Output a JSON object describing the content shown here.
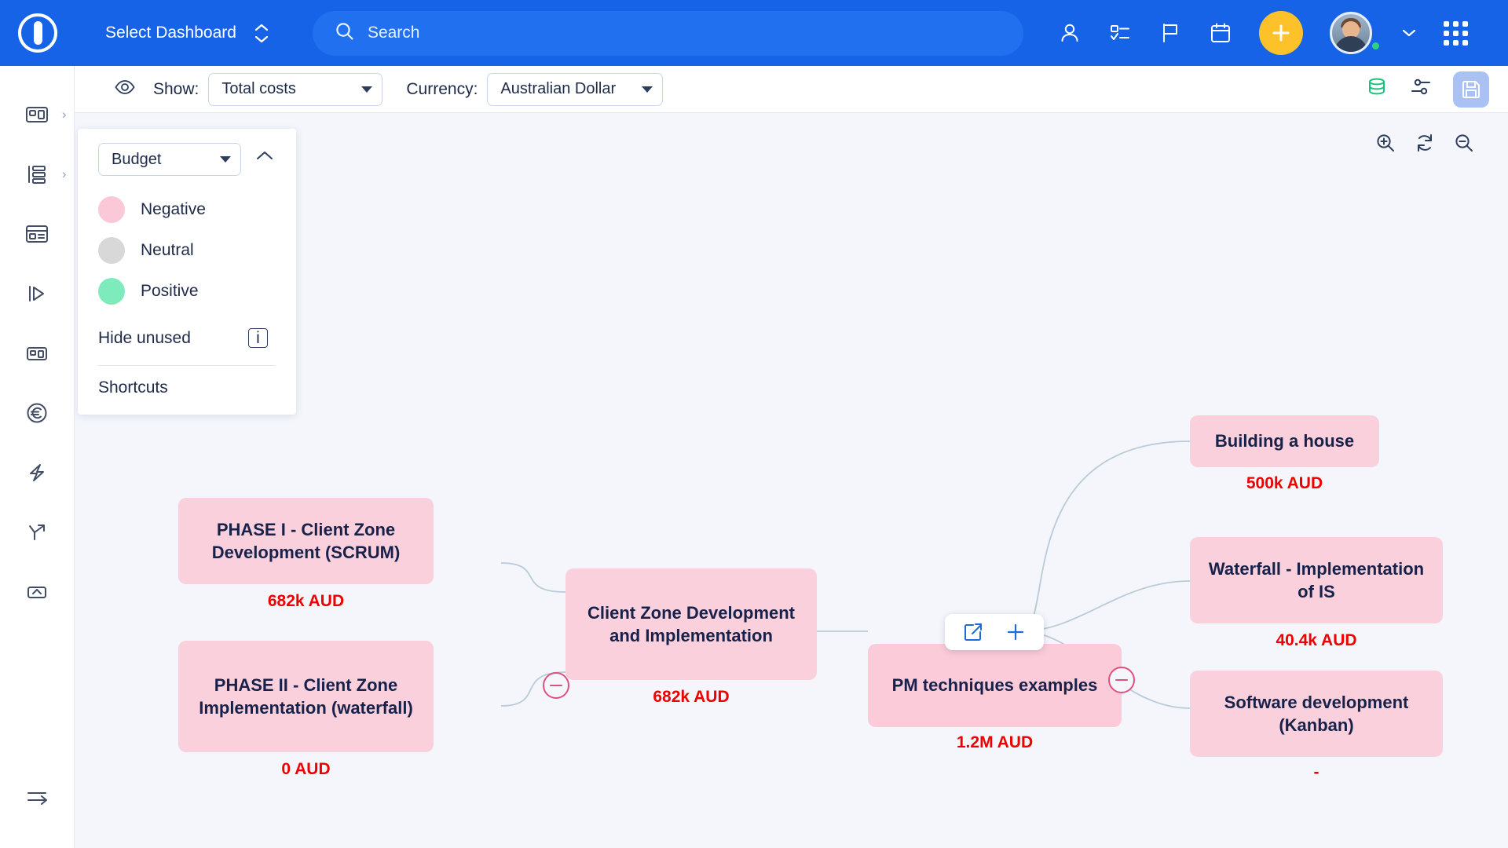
{
  "topbar": {
    "logo_name": "app-logo",
    "dashboard_selector": "Select Dashboard",
    "search_placeholder": "Search",
    "icons": [
      "user-icon",
      "task-list-icon",
      "flag-icon",
      "calendar-icon"
    ],
    "add_label": "+",
    "accent_color": "#1663e8",
    "add_button_color": "#fdc129"
  },
  "rail": {
    "items": [
      {
        "name": "dashboard-icon",
        "expandable": true
      },
      {
        "name": "structure-icon",
        "expandable": true
      },
      {
        "name": "card-view-icon",
        "expandable": false
      },
      {
        "name": "flag-play-icon",
        "expandable": false
      },
      {
        "name": "reports-icon",
        "expandable": false
      },
      {
        "name": "currency-euro-icon",
        "expandable": false
      },
      {
        "name": "lightning-icon",
        "expandable": false
      },
      {
        "name": "branch-icon",
        "expandable": false
      },
      {
        "name": "collapse-up-icon",
        "expandable": false
      }
    ],
    "bottom_icon": "menu-collapse-icon"
  },
  "toolbar": {
    "eye_icon": "eye-icon",
    "show_label": "Show:",
    "show_value": "Total costs",
    "currency_label": "Currency:",
    "currency_value": "Australian Dollar",
    "right_icons": [
      "database-icon",
      "settings-sliders-icon",
      "save-icon"
    ],
    "database_color": "#19c37d",
    "save_bg": "#a9c2f3"
  },
  "zoom_controls": {
    "zoom_in": "zoom-in-icon",
    "reset": "refresh-icon",
    "zoom_out": "zoom-out-icon"
  },
  "legend": {
    "selector_value": "Budget",
    "collapse_icon": "chevron-up-icon",
    "items": [
      {
        "label": "Negative",
        "color": "#fbc8d7"
      },
      {
        "label": "Neutral",
        "color": "#d8d8d8"
      },
      {
        "label": "Positive",
        "color": "#7eebbd"
      }
    ],
    "hide_unused_label": "Hide unused",
    "info_icon": "info-icon",
    "shortcuts_label": "Shortcuts"
  },
  "chart_data": {
    "type": "diagram",
    "title": "PM techniques examples",
    "currency": "AUD",
    "nodes": [
      {
        "id": "phase1",
        "label": "PHASE I - Client Zone Development (SCRUM)",
        "cost": "682k AUD",
        "status": "Negative"
      },
      {
        "id": "phase2",
        "label": "PHASE II - Client Zone Implementation (waterfall)",
        "cost": "0 AUD",
        "status": "Negative"
      },
      {
        "id": "clientzone",
        "label": "Client Zone Development and Implementation",
        "cost": "682k AUD",
        "status": "Negative"
      },
      {
        "id": "root",
        "label": "PM techniques examples",
        "cost": "1.2M AUD",
        "status": "Negative"
      },
      {
        "id": "house",
        "label": "Building a house",
        "cost": "500k AUD",
        "status": "Negative"
      },
      {
        "id": "waterfall",
        "label": "Waterfall - Implementation of IS",
        "cost": "40.4k AUD",
        "status": "Negative"
      },
      {
        "id": "kanban",
        "label": "Software development (Kanban)",
        "cost": "-",
        "status": "Negative"
      }
    ],
    "edges": [
      {
        "from": "clientzone",
        "to": "phase1"
      },
      {
        "from": "clientzone",
        "to": "phase2"
      },
      {
        "from": "root",
        "to": "clientzone"
      },
      {
        "from": "root",
        "to": "house"
      },
      {
        "from": "root",
        "to": "waterfall"
      },
      {
        "from": "root",
        "to": "kanban"
      }
    ],
    "node_fill": "#fbd0dd",
    "cost_color": "#ee0000"
  },
  "node_toolbar": {
    "edit_icon": "edit-icon",
    "add_icon": "plus-icon"
  }
}
